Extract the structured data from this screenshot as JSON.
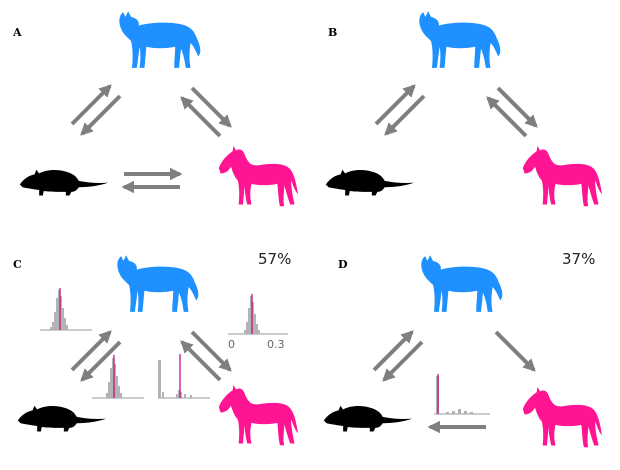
{
  "panels": [
    {
      "label": "A"
    },
    {
      "label": "B"
    },
    {
      "label": "C",
      "percent": "57%"
    },
    {
      "label": "D",
      "percent": "37%"
    }
  ],
  "histogram_axis": {
    "ticks": [
      "0",
      "0.3"
    ]
  },
  "colors": {
    "cat": "#1e90ff",
    "horse": "#ff1493",
    "opossum": "#000000",
    "arrow": "#7f7f7f",
    "histogram": "#b3b3b3",
    "marker": "#c0007a"
  },
  "icons": [
    "cat-silhouette-icon",
    "horse-silhouette-icon",
    "opossum-silhouette-icon"
  ]
}
